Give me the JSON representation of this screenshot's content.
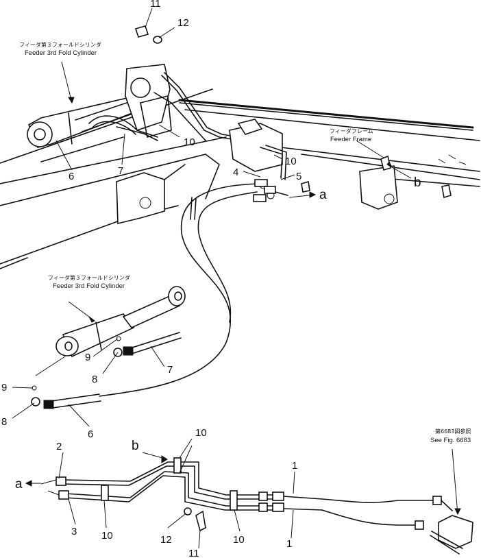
{
  "captions": {
    "cyl_top_jp": "フィーダ第３フォールドシリンダ",
    "cyl_top_en": "Feeder 3rd Fold Cylinder",
    "frame_jp": "フィーダフレーム",
    "frame_en": "Feeder Frame",
    "cyl_mid_jp": "フィーダ第３フォールドシリンダ",
    "cyl_mid_en": "Feeder 3rd Fold Cylinder",
    "see_jp": "第6683図参照",
    "see_en": "See Fig. 6683"
  },
  "parts": {
    "p11_top": "11",
    "p12_top": "12",
    "p6_top": "6",
    "p7_top": "7",
    "p10_top": "10",
    "p10_mid": "10",
    "p4": "4",
    "p5": "5",
    "pa_top": "a",
    "pb_top": "b",
    "p9_mid": "9",
    "p8_mid": "8",
    "p7_mid": "7",
    "p9_left": "9",
    "p8_left": "8",
    "p6_mid": "6",
    "p10_bot_top": "10",
    "pb_bot": "b",
    "p2": "2",
    "pa_bot": "a",
    "p3": "3",
    "p10_bot_left": "10",
    "p12_bot": "12",
    "p11_bot": "11",
    "p10_bot_mid": "10",
    "p1_top": "1",
    "p1_bot": "1"
  }
}
